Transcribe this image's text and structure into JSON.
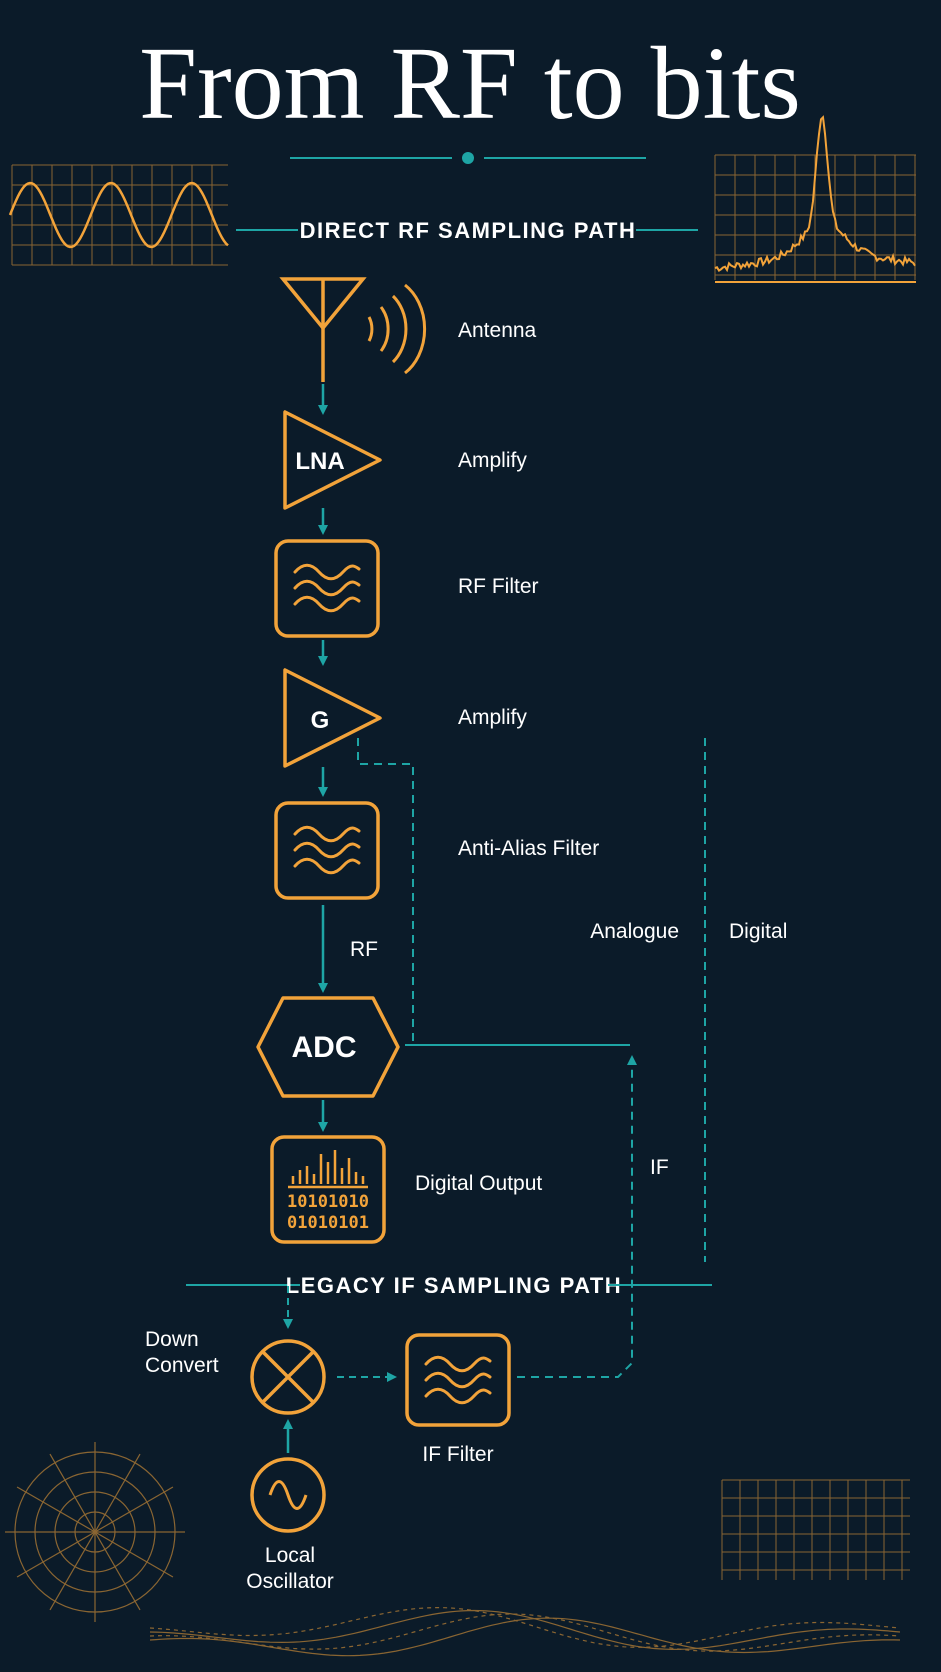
{
  "title": "From RF to bits",
  "direct_path": {
    "heading": "DIRECT RF SAMPLING PATH",
    "blocks": [
      {
        "symbol": "",
        "label": "Antenna"
      },
      {
        "symbol": "LNA",
        "label": "Amplify"
      },
      {
        "symbol": "",
        "label": "RF Filter"
      },
      {
        "symbol": "G",
        "label": "Amplify"
      },
      {
        "symbol": "",
        "label": "Anti-Alias Filter"
      },
      {
        "symbol": "ADC",
        "label": ""
      },
      {
        "symbol": "",
        "label": "Digital Output"
      }
    ],
    "rf_label": "RF",
    "bits_line1": "10101010",
    "bits_line2": "01010101"
  },
  "domains": {
    "analogue": "Analogue",
    "digital": "Digital",
    "if_label": "IF"
  },
  "legacy_path": {
    "heading": "LEGACY IF SAMPLING PATH",
    "mixer_label_line1": "Down",
    "mixer_label_line2": "Convert",
    "if_filter_label": "IF Filter",
    "oscillator_label_line1": "Local",
    "oscillator_label_line2": "Oscillator"
  },
  "colors": {
    "background": "#0b1b29",
    "accent_orange": "#f2a33a",
    "accent_teal": "#1ea5a5",
    "text": "#ffffff"
  }
}
